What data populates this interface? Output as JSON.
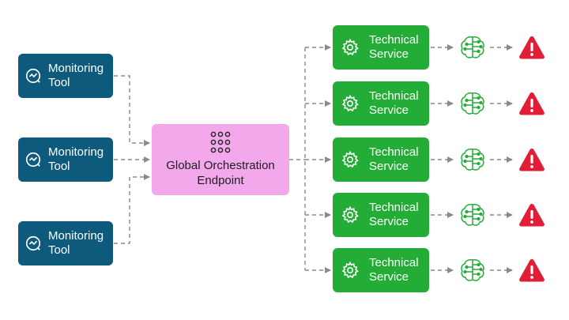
{
  "colors": {
    "monitoring_tool": "#0d5a7c",
    "orchestrator": "#f3a8ec",
    "technical_service": "#23ad37",
    "alert": "#e21e37",
    "connector": "#8a8a8a"
  },
  "monitoring_tools": [
    {
      "label": "Monitoring Tool",
      "icon": "gauge-icon"
    },
    {
      "label": "Monitoring Tool",
      "icon": "gauge-icon"
    },
    {
      "label": "Monitoring Tool",
      "icon": "gauge-icon"
    }
  ],
  "orchestrator": {
    "label": "Global Orchestration Endpoint",
    "icon": "grid-dots-icon"
  },
  "technical_services": [
    {
      "label": "Technical Service",
      "icon": "gear-icon",
      "ai_icon": "brain-circuit-icon",
      "alert_icon": "warning-triangle-icon"
    },
    {
      "label": "Technical Service",
      "icon": "gear-icon",
      "ai_icon": "brain-circuit-icon",
      "alert_icon": "warning-triangle-icon"
    },
    {
      "label": "Technical Service",
      "icon": "gear-icon",
      "ai_icon": "brain-circuit-icon",
      "alert_icon": "warning-triangle-icon"
    },
    {
      "label": "Technical Service",
      "icon": "gear-icon",
      "ai_icon": "brain-circuit-icon",
      "alert_icon": "warning-triangle-icon"
    },
    {
      "label": "Technical Service",
      "icon": "gear-icon",
      "ai_icon": "brain-circuit-icon",
      "alert_icon": "warning-triangle-icon"
    }
  ]
}
